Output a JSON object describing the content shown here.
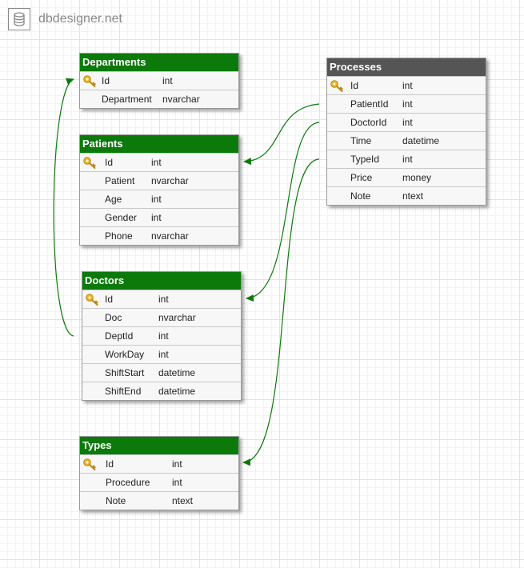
{
  "brand": {
    "name": "dbdesigner.net",
    "icon": "database-icon"
  },
  "colors": {
    "header": "#0b7a0b",
    "header_dark": "#555555",
    "link": "#0b7a0b"
  },
  "tables": {
    "departments": {
      "title": "Departments",
      "fields": [
        {
          "name": "Id",
          "type": "int",
          "pk": true
        },
        {
          "name": "Department",
          "type": "nvarchar"
        }
      ]
    },
    "patients": {
      "title": "Patients",
      "fields": [
        {
          "name": "Id",
          "type": "int",
          "pk": true
        },
        {
          "name": "Patient",
          "type": "nvarchar"
        },
        {
          "name": "Age",
          "type": "int"
        },
        {
          "name": "Gender",
          "type": "int"
        },
        {
          "name": "Phone",
          "type": "nvarchar"
        }
      ]
    },
    "doctors": {
      "title": "Doctors",
      "fields": [
        {
          "name": "Id",
          "type": "int",
          "pk": true
        },
        {
          "name": "Doc",
          "type": "nvarchar"
        },
        {
          "name": "DeptId",
          "type": "int"
        },
        {
          "name": "WorkDay",
          "type": "int"
        },
        {
          "name": "ShiftStart",
          "type": "datetime"
        },
        {
          "name": "ShiftEnd",
          "type": "datetime"
        }
      ]
    },
    "types": {
      "title": "Types",
      "fields": [
        {
          "name": "Id",
          "type": "int",
          "pk": true
        },
        {
          "name": "Procedure",
          "type": "int"
        },
        {
          "name": "Note",
          "type": "ntext"
        }
      ]
    },
    "processes": {
      "title": "Processes",
      "fields": [
        {
          "name": "Id",
          "type": "int",
          "pk": true
        },
        {
          "name": "PatientId",
          "type": "int"
        },
        {
          "name": "DoctorId",
          "type": "int"
        },
        {
          "name": "Time",
          "type": "datetime"
        },
        {
          "name": "TypeId",
          "type": "int"
        },
        {
          "name": "Price",
          "type": "money"
        },
        {
          "name": "Note",
          "type": "ntext"
        }
      ]
    }
  },
  "relations": [
    {
      "from": "processes.PatientId",
      "to": "patients.Id"
    },
    {
      "from": "processes.DoctorId",
      "to": "doctors.Id"
    },
    {
      "from": "processes.TypeId",
      "to": "types.Id"
    },
    {
      "from": "doctors.DeptId",
      "to": "departments.Id"
    }
  ]
}
